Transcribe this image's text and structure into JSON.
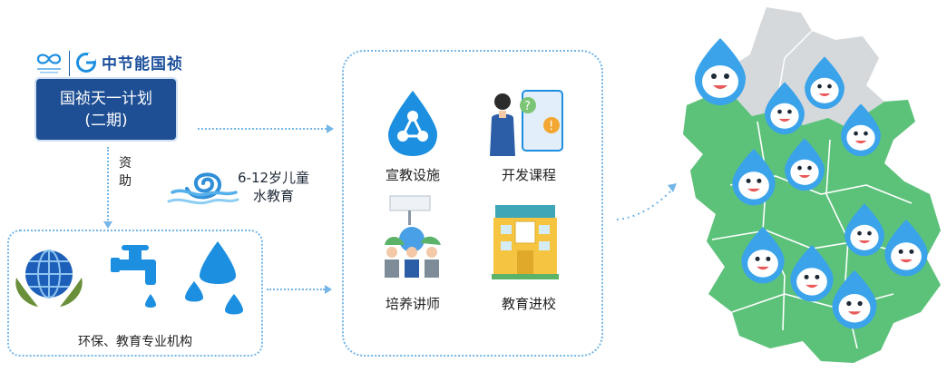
{
  "brand": {
    "name": "中节能国祯"
  },
  "project": {
    "line1": "国祯天一计划",
    "line2": "(二期)"
  },
  "funding_label": "资助",
  "water_education": {
    "line1": "6-12岁儿童",
    "line2": "水教育"
  },
  "organizations_label": "环保、教育专业机构",
  "activities": [
    {
      "label": "宣教设施",
      "icon": "water-network-icon"
    },
    {
      "label": "开发课程",
      "icon": "teacher-tablet-icon"
    },
    {
      "label": "培养讲师",
      "icon": "trainers-group-icon"
    },
    {
      "label": "教育进校",
      "icon": "school-building-icon"
    }
  ],
  "colors": {
    "primary": "#1e4f94",
    "accent": "#1c8fe0",
    "dash": "#74b6e6",
    "map_green": "#5cc27a",
    "map_gray": "#d6d9dc"
  }
}
